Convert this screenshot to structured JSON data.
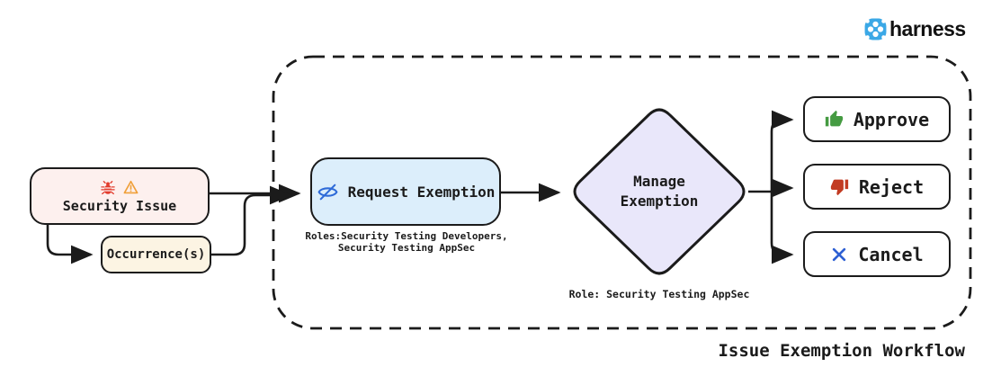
{
  "brand": {
    "name": "harness"
  },
  "workflow": {
    "title": "Issue Exemption Workflow",
    "nodes": {
      "security_issue": {
        "label": "Security Issue"
      },
      "occurrence": {
        "label": "Occurrence(s)"
      },
      "request_exemption": {
        "label": "Request Exemption",
        "roles_line1": "Roles:Security Testing Developers,",
        "roles_line2": "Security Testing AppSec"
      },
      "manage_exemption": {
        "label_line1": "Manage",
        "label_line2": "Exemption",
        "role_caption": "Role: Security Testing AppSec"
      },
      "approve": {
        "label": "Approve"
      },
      "reject": {
        "label": "Reject"
      },
      "cancel": {
        "label": "Cancel"
      }
    },
    "colors": {
      "security_issue_fill": "#fdf0ee",
      "occurrence_fill": "#fcf4e3",
      "request_exemption_fill": "#dceefb",
      "manage_exemption_fill": "#e9e7fa",
      "action_fill": "#ffffff",
      "stroke": "#1b1b1b",
      "bug_red": "#e23c2d",
      "warning_orange": "#f0a03a",
      "eye_blue": "#2f6bd8",
      "approve_green": "#459b42",
      "reject_red": "#c23b22",
      "cancel_blue": "#2d5fd3",
      "brand_blue": "#3ba8e6"
    }
  }
}
